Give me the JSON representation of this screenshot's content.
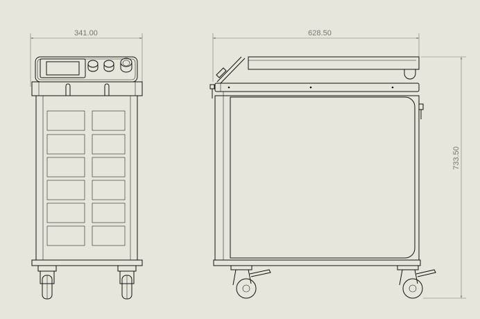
{
  "drawing": {
    "dimensions": {
      "front_width": "341.00",
      "side_depth": "628.50",
      "height": "733.50"
    },
    "colors": {
      "background": "#e6e6dc",
      "line": "#111111",
      "dimension": "#777777"
    }
  }
}
